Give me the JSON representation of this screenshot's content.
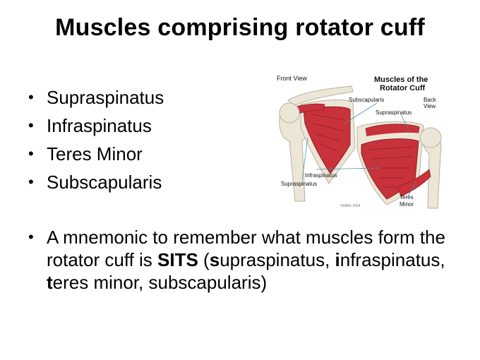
{
  "slide": {
    "title": "Muscles comprising rotator cuff",
    "muscles": [
      "Supraspinatus",
      "Infraspinatus",
      "Teres Minor",
      "Subscapularis"
    ],
    "mnemonic": {
      "line1_prefix": "A mnemonic to remember what muscles form the rotator cuff is ",
      "acronym": "SITS",
      "line2_open": " (",
      "word1_initial": "s",
      "word1_rest": "upraspinatus, ",
      "word2_initial": "i",
      "word2_rest": "nfraspinatus, ",
      "word3_initial": "t",
      "word3_rest": "eres minor, ",
      "word4_rest": "subscapularis)"
    }
  },
  "figure": {
    "labels": {
      "front_view": "Front View",
      "title_line1": "Muscles of the",
      "title_line2": "Rotator Cuff",
      "subscapularis": "Subscapularis",
      "back_view_1": "Back",
      "back_view_2": "View",
      "supraspinatus_back": "Supraspinatus",
      "infraspinatus": "Infraspinatus",
      "supraspinatus_front": "Supraspinatus",
      "teres_1": "Teres",
      "teres_2": "Minor",
      "copyright": "©MMG 2004"
    },
    "colors": {
      "muscle": "#c8323a",
      "muscle_dark": "#8f1f26",
      "bone": "#ece6d6",
      "bone_shadow": "#b9b1a0",
      "leader": "#4a8fb0"
    }
  }
}
